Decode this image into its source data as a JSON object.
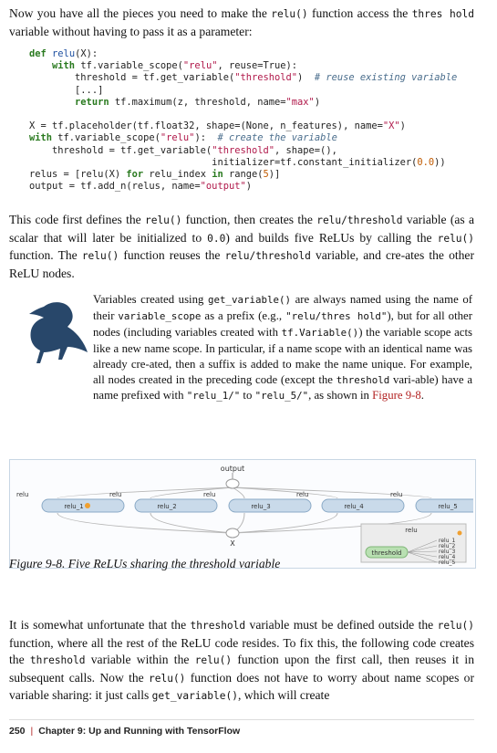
{
  "intro": {
    "pre": "Now you have all the pieces you need to make the ",
    "code1": "relu()",
    "mid": " function access the ",
    "code2": "thres hold",
    "post": " variable without having to pass it as a parameter:"
  },
  "code_block_1": [
    "def relu(X):",
    "    with tf.variable_scope(\"relu\", reuse=True):",
    "        threshold = tf.get_variable(\"threshold\")  # reuse existing variable",
    "        [...]",
    "        return tf.maximum(z, threshold, name=\"max\")",
    "",
    "X = tf.placeholder(tf.float32, shape=(None, n_features), name=\"X\")",
    "with tf.variable_scope(\"relu\"):  # create the variable",
    "    threshold = tf.get_variable(\"threshold\", shape=(),",
    "                                initializer=tf.constant_initializer(0.0))",
    "relus = [relu(X) for relu_index in range(5)]",
    "output = tf.add_n(relus, name=\"output\")"
  ],
  "para1": {
    "t1": "This code first defines the ",
    "c1": "relu()",
    "t2": " function, then creates the ",
    "c2": "relu/threshold",
    "t3": " variable (as a scalar that will later be initialized to ",
    "c3": "0.0",
    "t4": ") and builds five ReLUs by calling the ",
    "c4": "relu()",
    "t5": " function. The ",
    "c5": "relu()",
    "t6": " function reuses the ",
    "c6": "relu/threshold",
    "t7": " variable, and cre-ates the other ReLU nodes."
  },
  "note": {
    "t1": "Variables created using ",
    "c1": "get_variable()",
    "t2": " are always named using the name of their ",
    "c2": "variable_scope",
    "t3": " as a prefix (e.g., ",
    "c3": "\"relu/thres hold\"",
    "t4": "), but for all other nodes (including variables created with ",
    "c4": "tf.Variable()",
    "t5": ") the variable scope acts like a new name scope. In particular, if a name scope with an identical name was already cre-ated, then a suffix is added to make the name unique. For example, all nodes created in the preceding code (except the ",
    "c5": "threshold",
    "t6": " vari-able) have a name prefixed with ",
    "c6": "\"relu_1/\"",
    "t7": " to ",
    "c7": "\"relu_5/\"",
    "t8": ", as shown in ",
    "xref": "Figure 9-8",
    "t9": "."
  },
  "figure": {
    "output_label": "output",
    "x_label": "X",
    "scope_label": "relu",
    "nodes": [
      "relu_1",
      "relu_2",
      "relu_3",
      "relu_4",
      "relu_5"
    ],
    "group_title": "relu",
    "threshold_label": "threshold",
    "group_items": [
      "relu_1",
      "relu_2",
      "relu_3",
      "relu_4",
      "relu_5"
    ]
  },
  "caption": "Figure 9-8. Five ReLUs sharing the threshold variable",
  "para2": {
    "t1": "It is somewhat unfortunate that the ",
    "c1": "threshold",
    "t2": " variable must be defined outside the ",
    "c2": "relu()",
    "t3": " function, where all the rest of the ReLU code resides. To fix this, the following code creates the ",
    "c3": "threshold",
    "t4": " variable within the ",
    "c4": "relu()",
    "t5": " function upon the first call, then reuses it in subsequent calls. Now the ",
    "c5": "relu()",
    "t6": " function does not have to worry about name scopes or variable sharing: it just calls ",
    "c6": "get_variable()",
    "t7": ", which will create"
  },
  "footer": {
    "page_number": "250",
    "separator": "|",
    "chapter": "Chapter 9: Up and Running with TensorFlow"
  }
}
